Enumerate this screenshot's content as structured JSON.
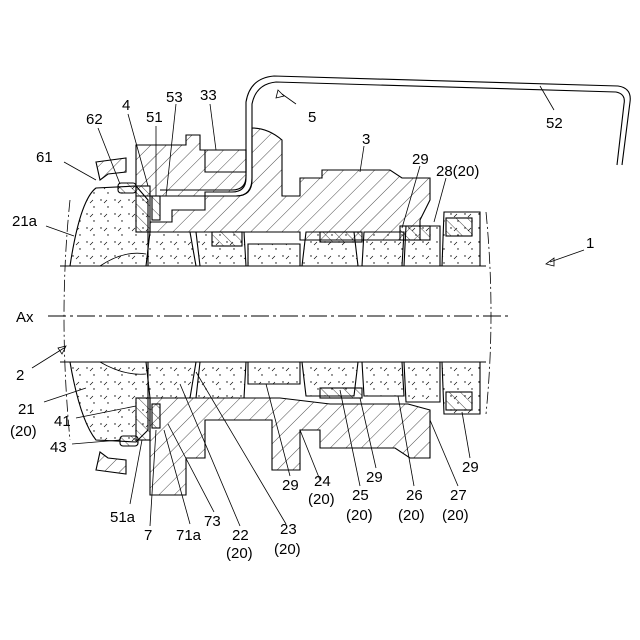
{
  "figure": {
    "labels": {
      "l1": "1",
      "l2": "2",
      "l3": "3",
      "l4": "4",
      "l5": "5",
      "l7": "7",
      "l21": "21",
      "l21_20": "(20)",
      "l21a": "21a",
      "l22": "22",
      "l22_20": "(20)",
      "l23": "23",
      "l23_20": "(20)",
      "l24": "24",
      "l24_20": "(20)",
      "l25": "25",
      "l25_20": "(20)",
      "l26": "26",
      "l26_20": "(20)",
      "l27": "27",
      "l27_20": "(20)",
      "l28": "28(20)",
      "l29a": "29",
      "l29b": "29",
      "l29c": "29",
      "l29d": "29",
      "l33": "33",
      "l41": "41",
      "l43": "43",
      "l51": "51",
      "l51a": "51a",
      "l52": "52",
      "l53": "53",
      "l61": "61",
      "l62": "62",
      "l71a": "71a",
      "l73": "73",
      "lAx": "Ax"
    }
  }
}
